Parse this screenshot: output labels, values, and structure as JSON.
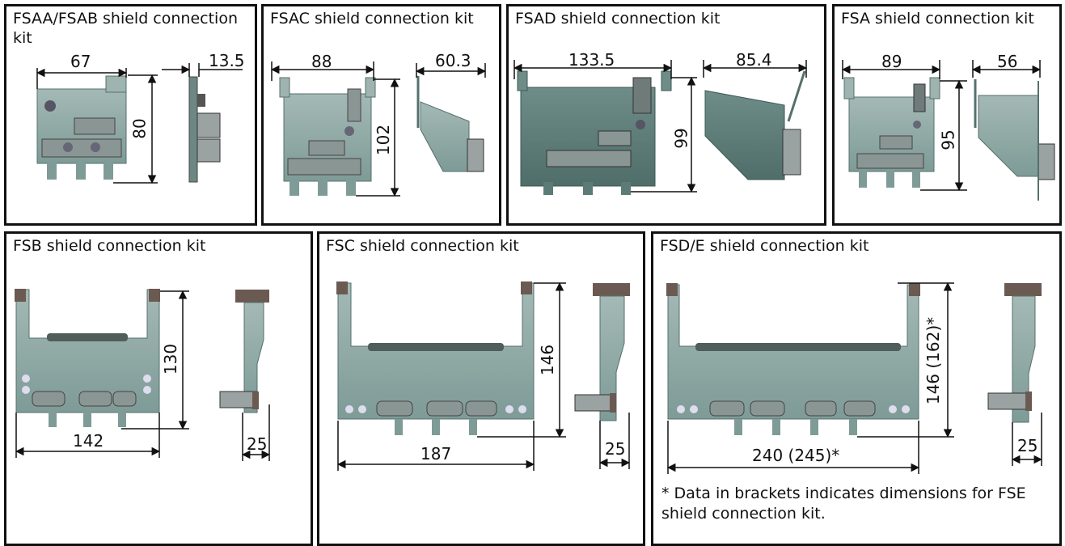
{
  "panels": {
    "fsaa": {
      "title": "FSAA/FSAB shield connection kit",
      "width": "67",
      "height": "80",
      "depth": "13.5"
    },
    "fsac": {
      "title": "FSAC shield connection kit",
      "width": "88",
      "height": "102",
      "depth": "60.3"
    },
    "fsad": {
      "title": "FSAD shield connection kit",
      "width": "133.5",
      "height": "99",
      "depth": "85.4"
    },
    "fsa": {
      "title": "FSA shield connection kit",
      "width": "89",
      "height": "95",
      "depth": "56"
    },
    "fsb": {
      "title": "FSB shield connection kit",
      "width": "142",
      "height": "130",
      "depth": "25"
    },
    "fsc": {
      "title": "FSC shield connection kit",
      "width": "187",
      "height": "146",
      "depth": "25"
    },
    "fsde": {
      "title": "FSD/E shield connection kit",
      "width": "240 (245)*",
      "height": "146 (162)*",
      "depth": "25",
      "note": "* Data in brackets indicates dimensions for FSE shield connection kit."
    }
  },
  "colors": {
    "plate": "#7d9a96",
    "plate_dark": "#5c7a76",
    "plate_light": "#a9bcb8",
    "clamp": "#8a9694",
    "block": "#6b5a52",
    "line": "#111111"
  }
}
